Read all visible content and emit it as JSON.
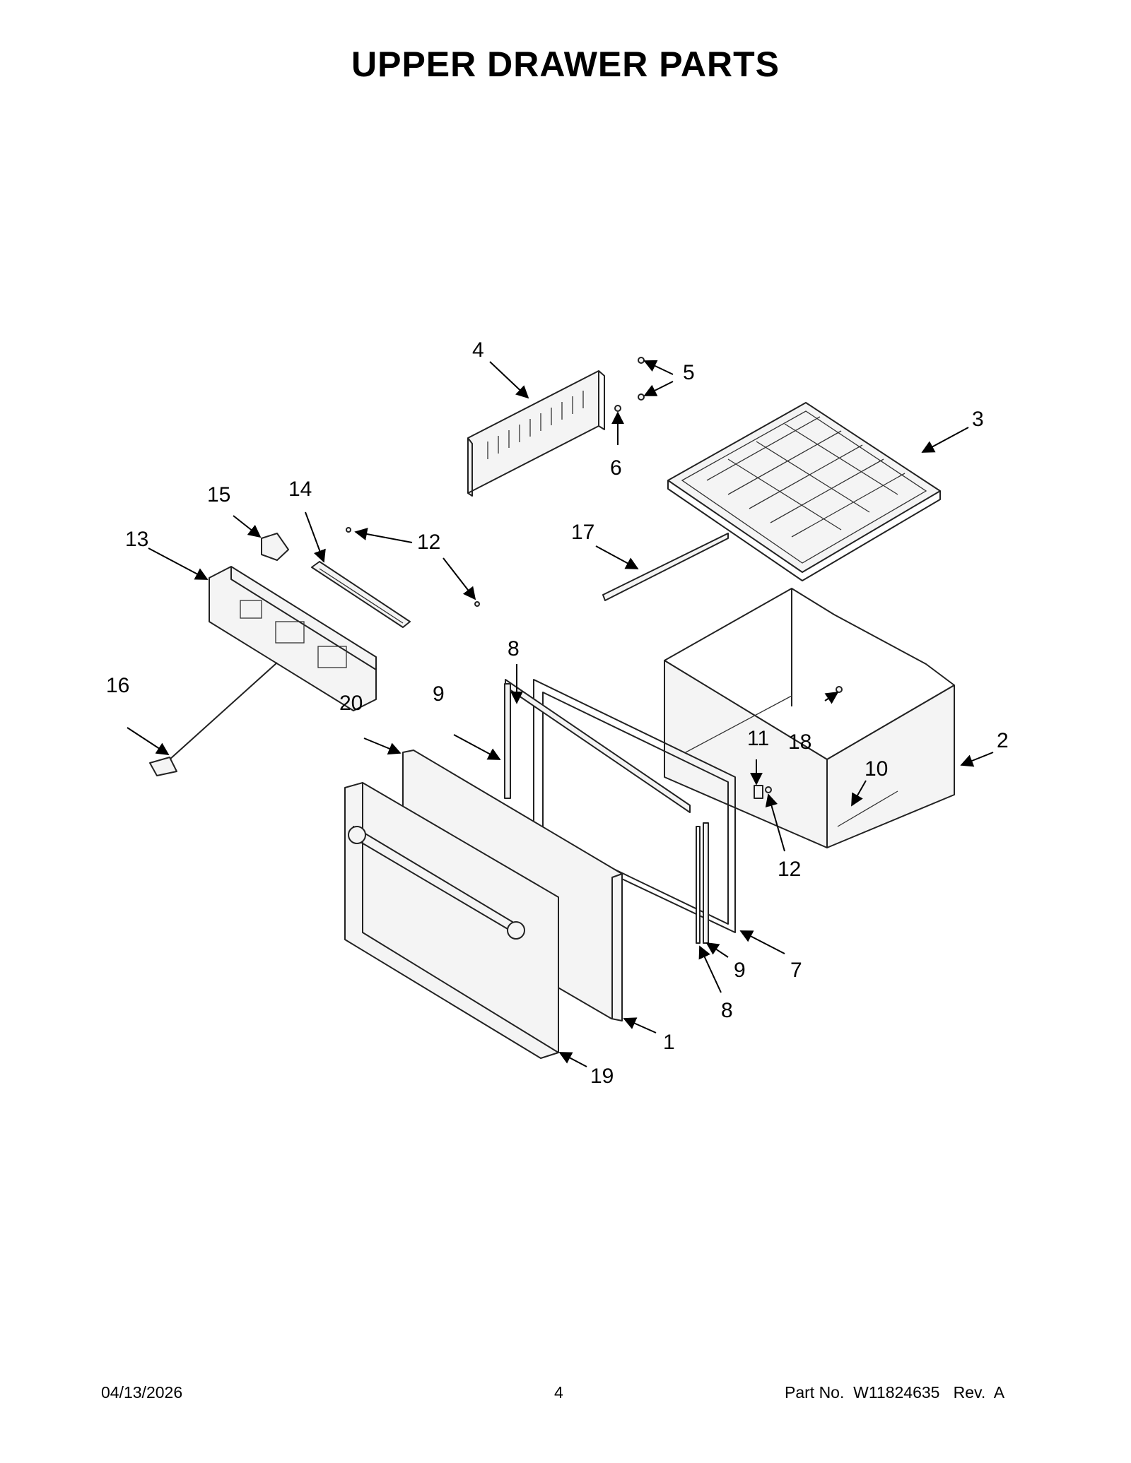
{
  "title": "UPPER DRAWER PARTS",
  "callouts": [
    {
      "id": "c4",
      "text": "4"
    },
    {
      "id": "c5",
      "text": "5"
    },
    {
      "id": "c3",
      "text": "3"
    },
    {
      "id": "c6",
      "text": "6"
    },
    {
      "id": "c15",
      "text": "15"
    },
    {
      "id": "c14",
      "text": "14"
    },
    {
      "id": "c13",
      "text": "13"
    },
    {
      "id": "c12a",
      "text": "12"
    },
    {
      "id": "c17",
      "text": "17"
    },
    {
      "id": "c8a",
      "text": "8"
    },
    {
      "id": "c16",
      "text": "16"
    },
    {
      "id": "c9a",
      "text": "9"
    },
    {
      "id": "c20",
      "text": "20"
    },
    {
      "id": "c11",
      "text": "11"
    },
    {
      "id": "c18",
      "text": "18"
    },
    {
      "id": "c2",
      "text": "2"
    },
    {
      "id": "c10",
      "text": "10"
    },
    {
      "id": "c12b",
      "text": "12"
    },
    {
      "id": "c9b",
      "text": "9"
    },
    {
      "id": "c7",
      "text": "7"
    },
    {
      "id": "c8b",
      "text": "8"
    },
    {
      "id": "c1",
      "text": "1"
    },
    {
      "id": "c19",
      "text": "19"
    }
  ],
  "footer": {
    "date": "04/13/2026",
    "page": "4",
    "part_no": "Part No.  W11824635   Rev.  A"
  }
}
